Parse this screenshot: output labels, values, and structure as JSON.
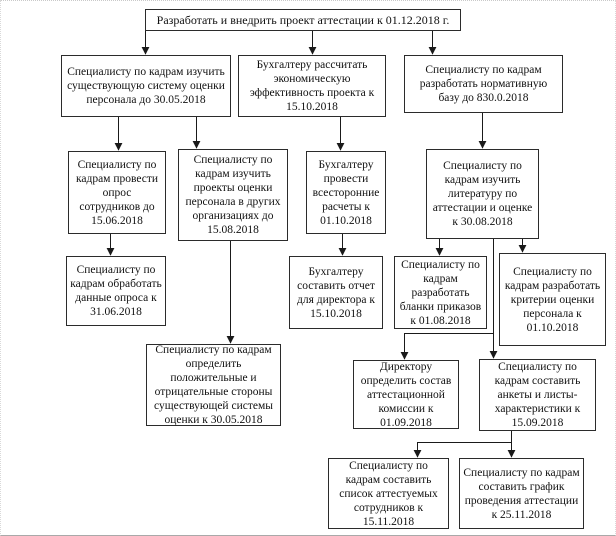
{
  "diagram": {
    "type": "flowchart",
    "language": "ru",
    "line_color": "#1a1a1a",
    "box_background": "#ffffff",
    "nodes": {
      "root": {
        "label": "Разработать и внедрить проект аттестации к 01.12.2018 г."
      },
      "study_current_system": {
        "label": "Специалисту по кадрам изучить существующую систему оценки персонала до 30.05.2018"
      },
      "calc_economics": {
        "label": "Бухгалтеру рассчитать экономическую эффективность проекта к 15.10.2018"
      },
      "develop_normative_base": {
        "label": "Специалисту по кадрам разработать нормативную базу до 830.0.2018"
      },
      "conduct_survey": {
        "label": "Специалисту по кадрам провести опрос сотрудников до 15.06.2018"
      },
      "study_other_orgs": {
        "label": "Специалисту по кадрам изучить проекты оценки персонала в других организациях до 15.08.2018"
      },
      "comprehensive_calcs": {
        "label": "Бухгалтеру провести всесторонние расчеты к 01.10.2018"
      },
      "study_literature": {
        "label": "Специалисту по кадрам изучить литературу по аттестации и оценке к 30.08.2018"
      },
      "process_survey_data": {
        "label": "Специалисту по кадрам обработать данные опроса к 31.06.2018"
      },
      "report_to_director": {
        "label": "Бухгалтеру составить отчет для директора к 15.10.2018"
      },
      "develop_order_forms": {
        "label": "Специалисту по кадрам разработать бланки приказов к 01.08.2018"
      },
      "develop_criteria": {
        "label": "Специалисту по кадрам разработать критерии оценки персонала к 01.10.2018"
      },
      "identify_pros_cons": {
        "label": "Специалисту по кадрам определить положительные и отрицательные стороны существующей системы оценки к 30.05.2018"
      },
      "define_commission": {
        "label": "Директору определить состав аттестационной комиссии к 01.09.2018"
      },
      "create_questionnaires": {
        "label": "Специалисту по кадрам составить анкеты и листы-характеристики к 15.09.2018"
      },
      "list_employees": {
        "label": "Специалисту по кадрам составить список аттестуемых сотрудников к 15.11.2018"
      },
      "attestation_schedule": {
        "label": "Специалисту по кадрам составить график проведения аттестации к 25.11.2018"
      }
    },
    "edges": [
      [
        "root",
        "study_current_system"
      ],
      [
        "root",
        "calc_economics"
      ],
      [
        "root",
        "develop_normative_base"
      ],
      [
        "study_current_system",
        "conduct_survey"
      ],
      [
        "study_current_system",
        "study_other_orgs"
      ],
      [
        "calc_economics",
        "comprehensive_calcs"
      ],
      [
        "develop_normative_base",
        "study_literature"
      ],
      [
        "conduct_survey",
        "process_survey_data"
      ],
      [
        "study_other_orgs",
        "identify_pros_cons"
      ],
      [
        "comprehensive_calcs",
        "report_to_director"
      ],
      [
        "study_literature",
        "develop_order_forms"
      ],
      [
        "study_literature",
        "develop_criteria"
      ],
      [
        "study_literature",
        "define_commission"
      ],
      [
        "study_literature",
        "create_questionnaires"
      ],
      [
        "create_questionnaires",
        "list_employees"
      ],
      [
        "create_questionnaires",
        "attestation_schedule"
      ]
    ]
  }
}
